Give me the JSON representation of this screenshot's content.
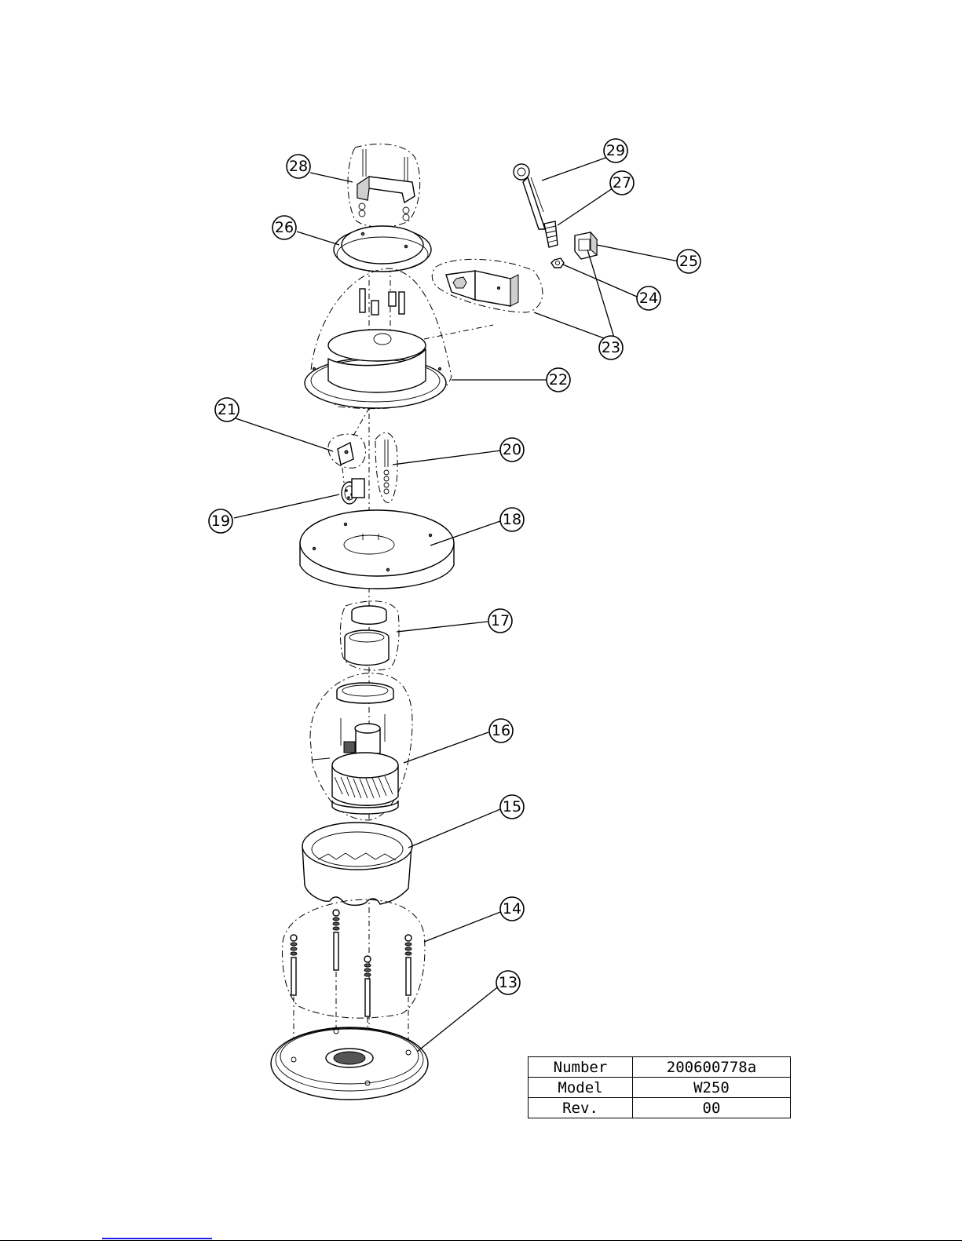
{
  "callouts": [
    {
      "id": "13"
    },
    {
      "id": "14"
    },
    {
      "id": "15"
    },
    {
      "id": "16"
    },
    {
      "id": "17"
    },
    {
      "id": "18"
    },
    {
      "id": "19"
    },
    {
      "id": "20"
    },
    {
      "id": "21"
    },
    {
      "id": "22"
    },
    {
      "id": "23"
    },
    {
      "id": "24"
    },
    {
      "id": "25"
    },
    {
      "id": "26"
    },
    {
      "id": "27"
    },
    {
      "id": "28"
    },
    {
      "id": "29"
    }
  ],
  "info_table": {
    "rows": [
      {
        "key": "Number",
        "value": "200600778a"
      },
      {
        "key": "Model",
        "value": "W250"
      },
      {
        "key": "Rev.",
        "value": "00"
      }
    ]
  }
}
